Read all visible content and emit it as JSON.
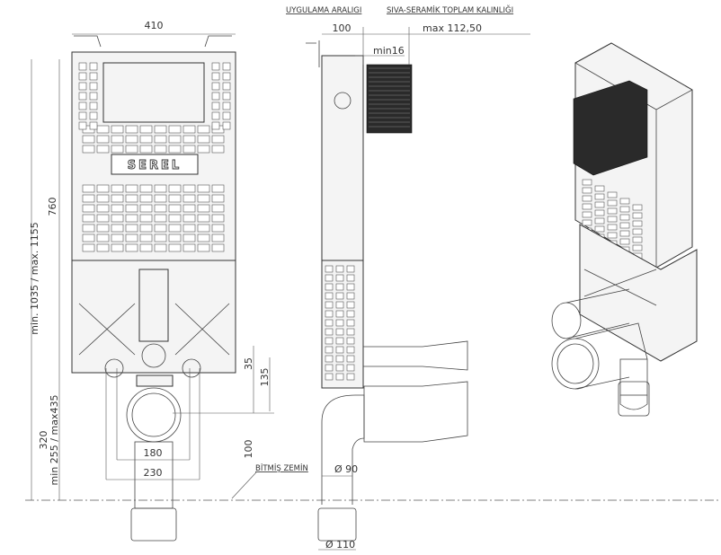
{
  "headers": {
    "application_range": "UYGULAMA ARALIGI",
    "total_thickness": "SIVA-SERAMİK TOPLAM KALINLIĞI"
  },
  "front_view": {
    "width": "410",
    "tank_height": "760",
    "total_height": "min. 1035 / max. 1155",
    "drain_height": "320",
    "drain_range": "min 255 / max435",
    "dim_35": "35",
    "dim_135": "135",
    "dim_100": "100",
    "dim_180": "180",
    "dim_230": "230",
    "logo": "SEREL"
  },
  "side_view": {
    "application_depth": "100",
    "min_thickness": "min16",
    "max_thickness": "max 112,50",
    "pipe_90": "Ø 90",
    "pipe_110": "Ø 110"
  },
  "floor_label": "BİTMİŞ ZEMİN"
}
